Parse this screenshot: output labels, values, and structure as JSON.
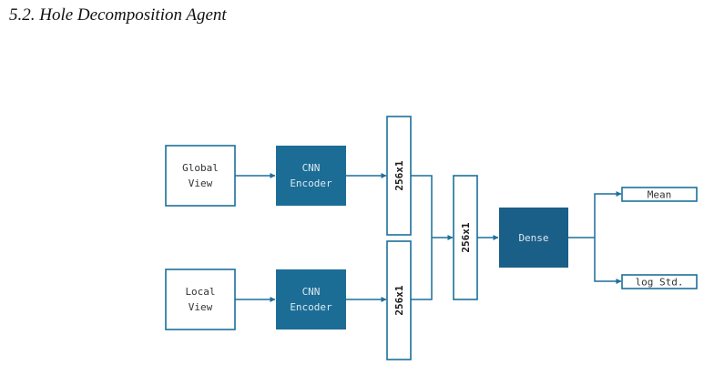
{
  "section": {
    "heading": "5.2. Hole Decomposition Agent"
  },
  "diagram": {
    "global_view": [
      "Global",
      "View"
    ],
    "local_view": [
      "Local",
      "View"
    ],
    "encoder_top": [
      "CNN",
      "Encoder"
    ],
    "encoder_bottom": [
      "CNN",
      "Encoder"
    ],
    "vector_top": "256x1",
    "vector_bottom": "256x1",
    "vector_concat": "256x1",
    "dense": "Dense",
    "output_mean": "Mean",
    "output_log_std": "log Std.",
    "colors": {
      "stroke": "#1c6f9a",
      "encoder_fill": "#1c6d96",
      "dense_fill": "#1a5f87",
      "input_text": "#333333",
      "filled_text": "#dce8f0"
    }
  }
}
